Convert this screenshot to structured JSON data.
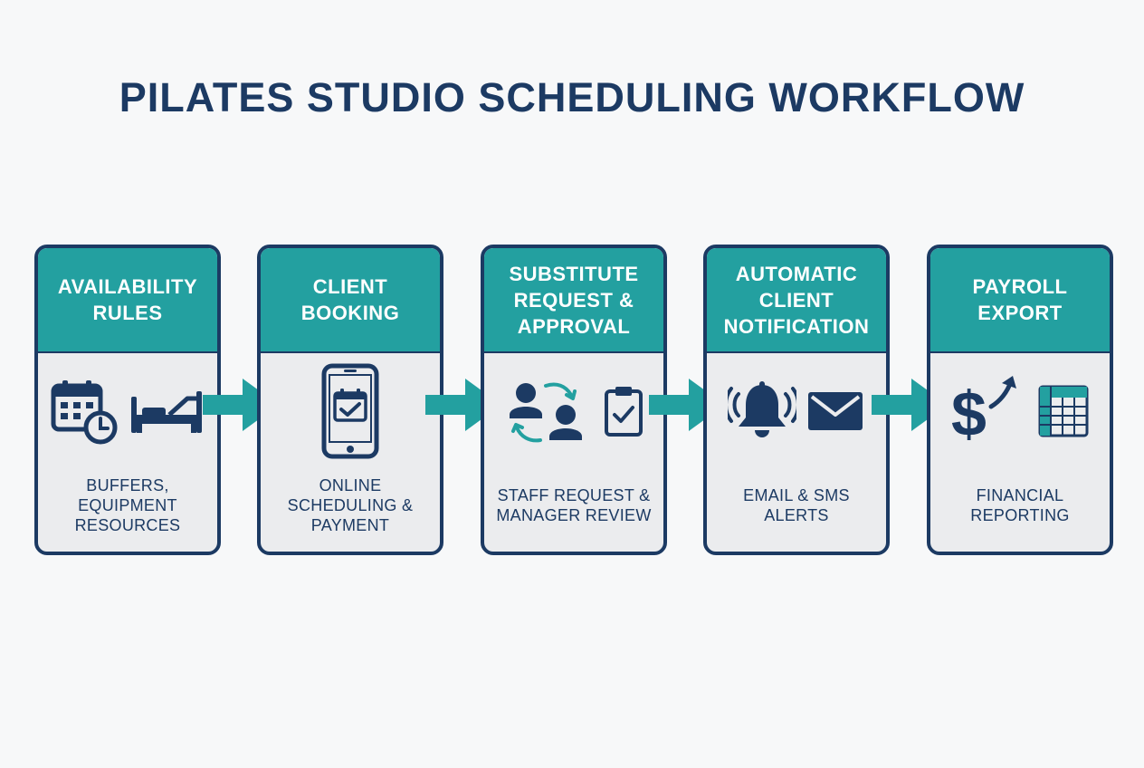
{
  "title": "PILATES STUDIO SCHEDULING WORKFLOW",
  "colors": {
    "navy": "#1c3a63",
    "teal": "#23a0a0",
    "panel": "#ebecee"
  },
  "steps": [
    {
      "heading": "AVAILABILITY\nRULES",
      "description": "BUFFERS,\nEQUIPMENT\nRESOURCES",
      "icons": [
        "calendar-clock-icon",
        "reformer-bed-icon"
      ]
    },
    {
      "heading": "CLIENT\nBOOKING",
      "description": "ONLINE\nSCHEDULING &\nPAYMENT",
      "icons": [
        "smartphone-calendar-check-icon"
      ]
    },
    {
      "heading": "SUBSTITUTE\nREQUEST &\nAPPROVAL",
      "description": "STAFF REQUEST &\nMANAGER REVIEW",
      "icons": [
        "user-swap-icon",
        "clipboard-check-icon"
      ]
    },
    {
      "heading": "AUTOMATIC\nCLIENT\nNOTIFICATION",
      "description": "EMAIL & SMS\nALERTS",
      "icons": [
        "ringing-bell-icon",
        "envelope-icon"
      ]
    },
    {
      "heading": "PAYROLL\nEXPORT",
      "description": "FINANCIAL\nREPORTING",
      "icons": [
        "dollar-arrow-icon",
        "spreadsheet-icon"
      ]
    }
  ]
}
